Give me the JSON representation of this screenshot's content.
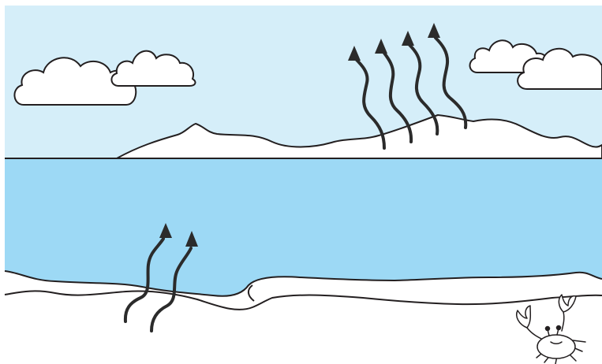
{
  "scene": {
    "colors": {
      "sky": "#d5eef9",
      "water": "#9dd9f5",
      "land": "#ffffff",
      "outline": "#231f20",
      "arrow": "#2b2b2b"
    },
    "clouds": [
      "cloud",
      "cloud",
      "cloud",
      "cloud"
    ],
    "evaporation_arrows_land": 4,
    "evaporation_arrows_water": 2,
    "creature": "crab-icon"
  }
}
